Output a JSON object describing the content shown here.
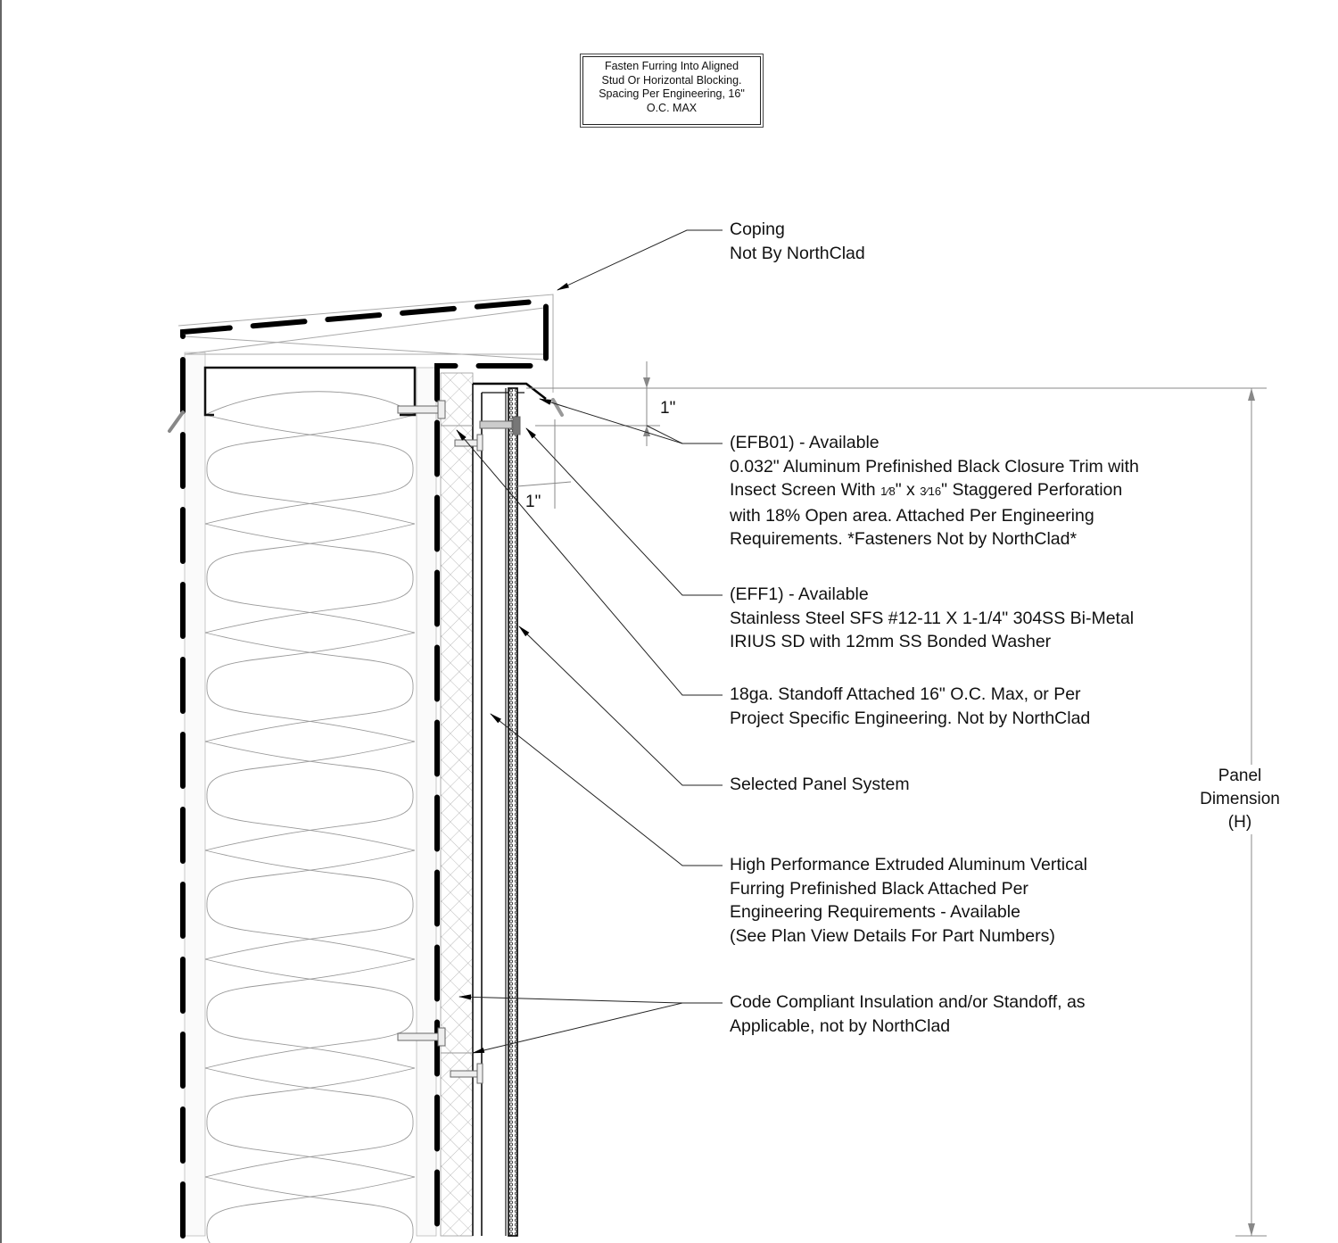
{
  "note": {
    "lines": [
      "Fasten Furring Into Aligned",
      "Stud Or Horizontal Blocking.",
      "Spacing Per Engineering, 16\"",
      "O.C. MAX"
    ]
  },
  "callouts": {
    "coping": [
      "Coping",
      "Not By NorthClad"
    ],
    "efb01": {
      "line1": "(EFB01) - Available",
      "line2": "0.032\" Aluminum Prefinished Black Closure Trim with",
      "line3a": "Insect Screen With ",
      "frac1": "1⁄8",
      "line3b": "\" x ",
      "frac2": "3⁄16",
      "line3c": "\" Staggered Perforation",
      "line4": "with 18% Open area. Attached Per Engineering",
      "line5": "Requirements. *Fasteners Not by NorthClad*"
    },
    "eff1": [
      "(EFF1) - Available",
      "Stainless Steel SFS #12-11 X 1-1/4\" 304SS Bi-Metal",
      "IRIUS SD with 12mm SS Bonded Washer"
    ],
    "standoff": [
      "18ga. Standoff Attached 16\" O.C. Max, or Per",
      "Project Specific Engineering. Not by NorthClad"
    ],
    "panel": [
      "Selected Panel System"
    ],
    "furring": [
      "High Performance Extruded Aluminum Vertical",
      "Furring Prefinished Black Attached Per",
      "Engineering Requirements - Available",
      "(See Plan View Details For Part Numbers)"
    ],
    "insulation": [
      "Code Compliant Insulation and/or Standoff, as",
      "Applicable, not by NorthClad"
    ]
  },
  "dimensions": {
    "top_gap": "1\"",
    "side_gap": "1\"",
    "panel": [
      "Panel",
      "Dimension",
      "(H)"
    ]
  }
}
